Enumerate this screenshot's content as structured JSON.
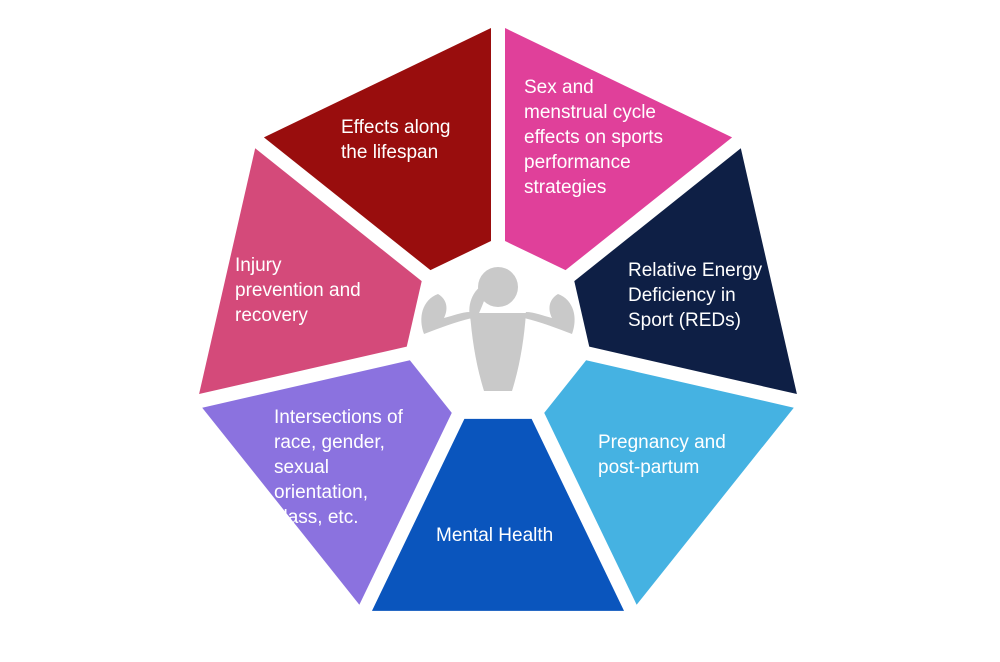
{
  "segments": [
    {
      "id": "sex-menstrual",
      "color": "#e0409a",
      "lines": [
        "Sex and",
        "menstrual cycle",
        "effects on sports",
        "performance",
        "strategies"
      ]
    },
    {
      "id": "reds",
      "color": "#0e1f45",
      "lines": [
        "Relative Energy",
        "Deficiency in",
        "Sport (REDs)"
      ]
    },
    {
      "id": "pregnancy",
      "color": "#45b2e2",
      "lines": [
        "Pregnancy and",
        "post-partum"
      ]
    },
    {
      "id": "mental-health",
      "color": "#0a55bd",
      "lines": [
        "Mental Health"
      ]
    },
    {
      "id": "intersections",
      "color": "#8b72df",
      "lines": [
        "Intersections of",
        "race, gender,",
        "sexual",
        "orientation,",
        "class, etc."
      ]
    },
    {
      "id": "injury",
      "color": "#d44a7a",
      "lines": [
        "Injury",
        "prevention and",
        "recovery"
      ]
    },
    {
      "id": "lifespan",
      "color": "#990d0d",
      "lines": [
        "Effects along",
        "the lifespan"
      ]
    }
  ],
  "center": {
    "icon": "flexing-woman-icon",
    "icon_color": "#c9c9c9"
  }
}
